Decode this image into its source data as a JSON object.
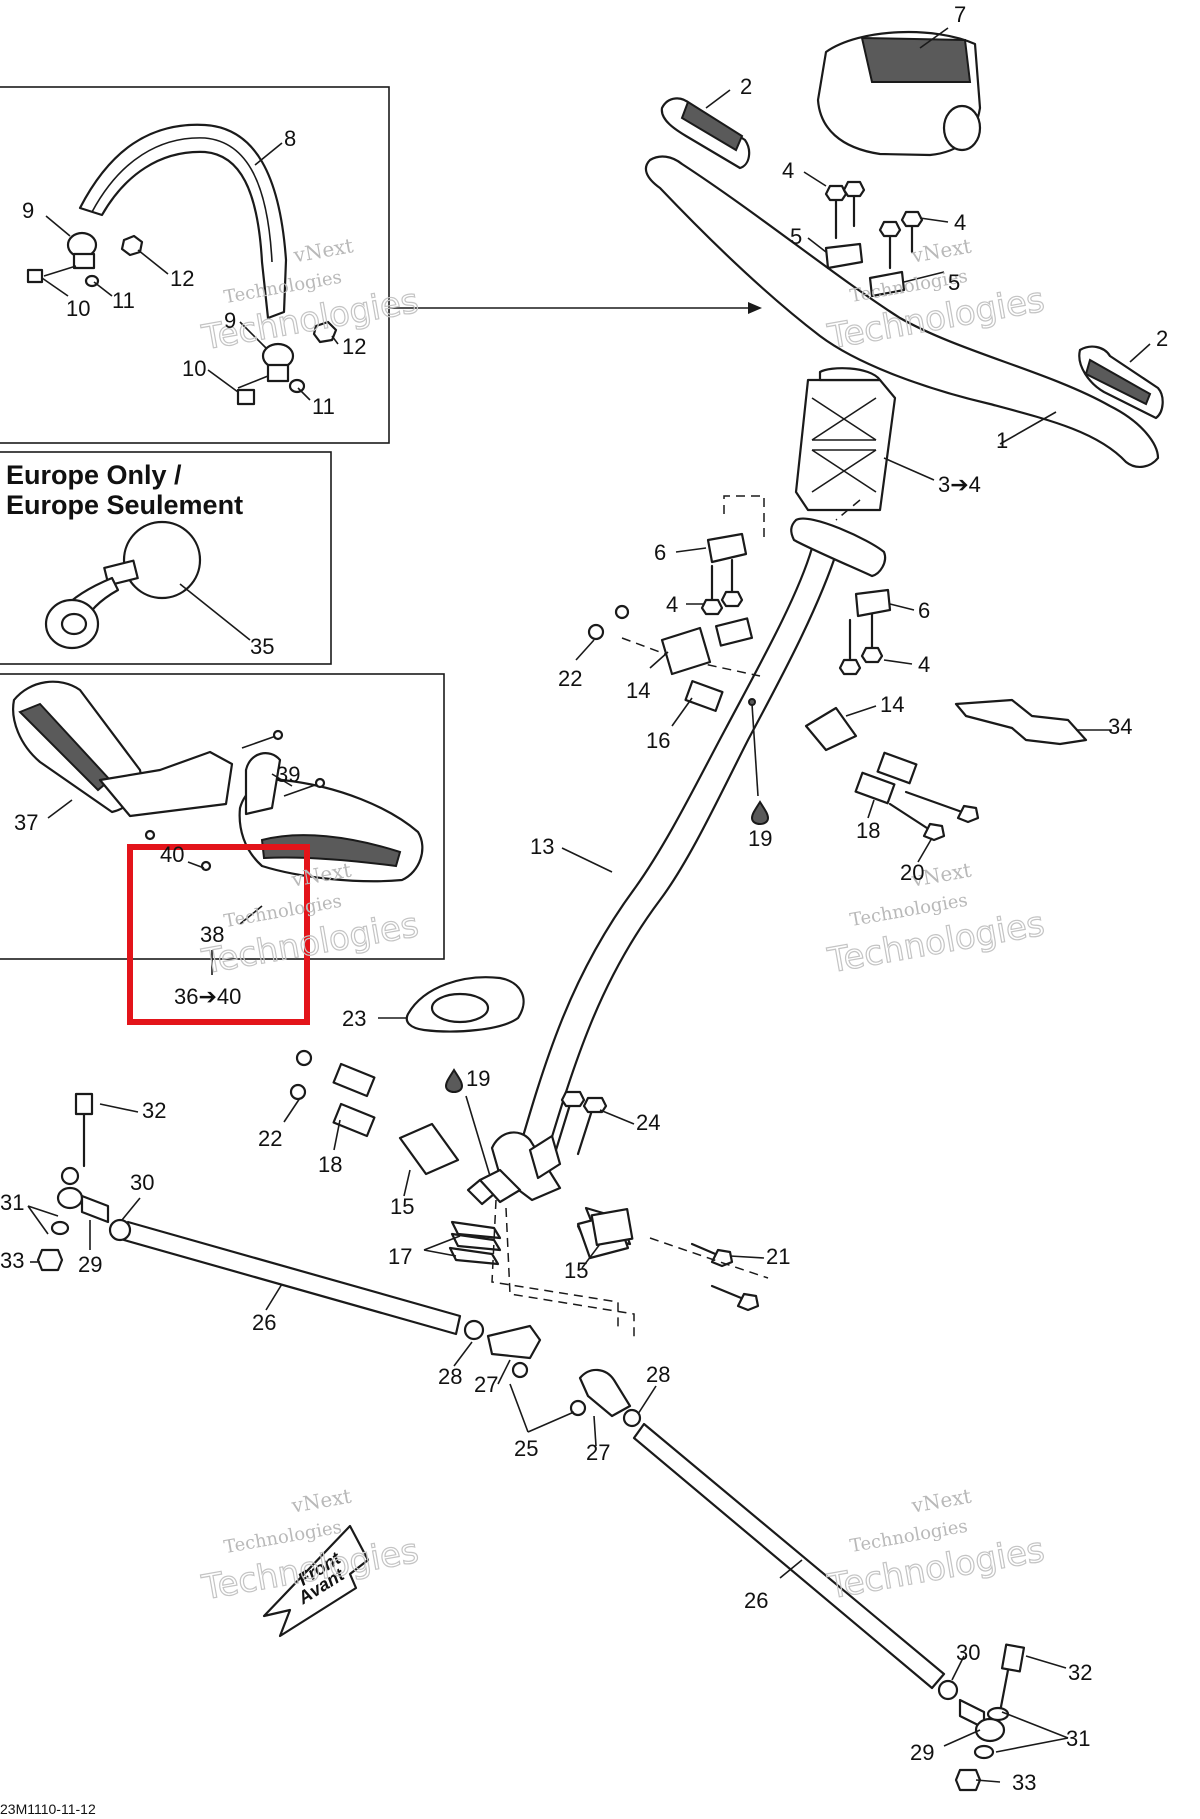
{
  "inset_title": [
    "Europe Only /",
    "Europe Seulement"
  ],
  "front_arrow": [
    "Front",
    "Avant"
  ],
  "drawing_number": "23M1110-11-12",
  "watermark": {
    "line1": "vNext",
    "line2": "Technologies"
  },
  "highlight_color": "#e3141a",
  "callouts": {
    "c1": "1",
    "c2a": "2",
    "c2b": "2",
    "c3": "3➔4",
    "c4a": "4",
    "c4b": "4",
    "c4c": "4",
    "c4d": "4",
    "c5a": "5",
    "c5b": "5",
    "c6a": "6",
    "c6b": "6",
    "c7": "7",
    "c8": "8",
    "c9a": "9",
    "c9b": "9",
    "c10a": "10",
    "c10b": "10",
    "c11a": "11",
    "c11b": "11",
    "c12a": "12",
    "c12b": "12",
    "c13": "13",
    "c14a": "14",
    "c14b": "14",
    "c15a": "15",
    "c15b": "15",
    "c16": "16",
    "c17": "17",
    "c18a": "18",
    "c18b": "18",
    "c19a": "19",
    "c19b": "19",
    "c20": "20",
    "c21": "21",
    "c22a": "22",
    "c22b": "22",
    "c23": "23",
    "c24": "24",
    "c25": "25",
    "c26a": "26",
    "c26b": "26",
    "c27a": "27",
    "c27b": "27",
    "c28a": "28",
    "c28b": "28",
    "c29a": "29",
    "c29b": "29",
    "c30a": "30",
    "c30b": "30",
    "c31a": "31",
    "c31b": "31",
    "c32a": "32",
    "c32b": "32",
    "c33a": "33",
    "c33b": "33",
    "c34": "34",
    "c35": "35",
    "c37": "37",
    "c38": "38",
    "c39": "39",
    "c40": "40",
    "c3640": "36➔40"
  }
}
